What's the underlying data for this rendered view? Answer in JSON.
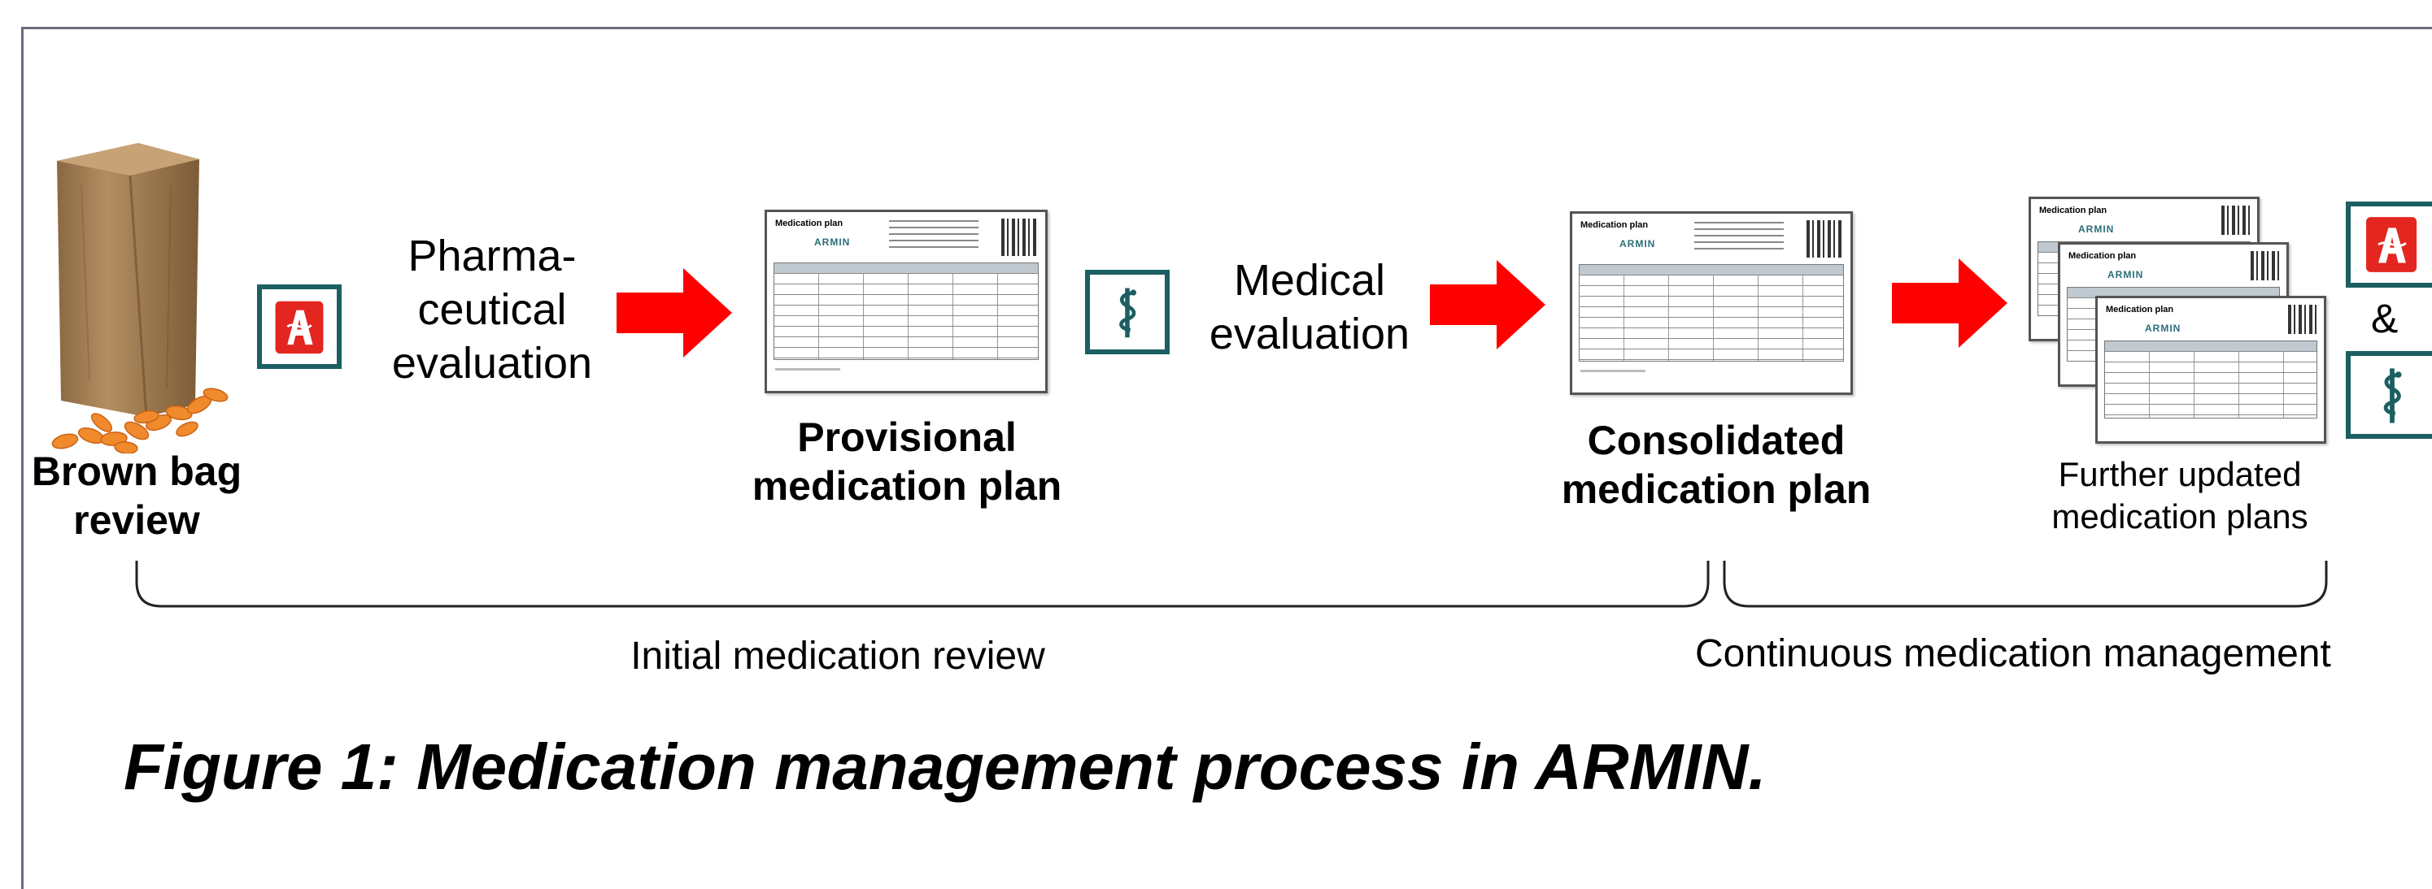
{
  "steps": {
    "brown_bag": "Brown bag\nreview",
    "pharma_eval": "Pharma-\nceutical\nevaluation",
    "provisional_plan": "Provisional\nmedication plan",
    "medical_eval": "Medical\nevaluation",
    "consolidated_plan": "Consolidated\nmedication plan",
    "further_plans": "Further updated\nmedication plans",
    "ampersand": "&"
  },
  "groups": {
    "initial": "Initial medication review",
    "continuous": "Continuous medication management"
  },
  "document": {
    "header": "Medication plan",
    "brand": "ARMIN"
  },
  "caption": "Figure 1: Medication management process in ARMIN.",
  "colors": {
    "arrow": "#ff0000",
    "icon_border": "#1c5f62",
    "pharmacy_red": "#e3261f",
    "frame": "#6e6a7c",
    "bag": "#a87f52",
    "pills": "#f08a2c"
  },
  "icons": {
    "pharmacy": "pharmacy-a-icon",
    "physician": "aesculapian-staff-icon"
  }
}
